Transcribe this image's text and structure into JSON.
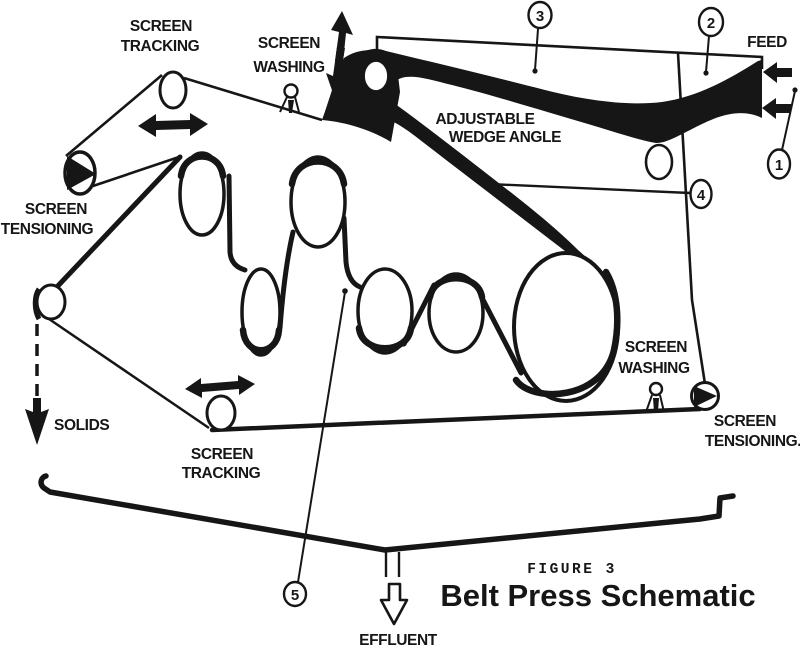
{
  "colors": {
    "ink": "#161616",
    "paper": "#ffffff"
  },
  "labels": {
    "screen_tracking_top": {
      "line1": "SCREEN",
      "line2": "TRACKING"
    },
    "screen_washing_top": {
      "line1": "SCREEN",
      "line2": "WASHING"
    },
    "feed": "FEED",
    "wedge": {
      "line1": "ADJUSTABLE",
      "line2": "WEDGE ANGLE"
    },
    "screen_tensioning_left": {
      "line1": "SCREEN",
      "line2": "TENSIONING"
    },
    "solids": "SOLIDS",
    "screen_tracking_bottom": {
      "line1": "SCREEN",
      "line2": "TRACKING"
    },
    "screen_washing_right": {
      "line1": "SCREEN",
      "line2": "WASHING"
    },
    "screen_tensioning_right": {
      "line1": "SCREEN",
      "line2": "TENSIONING."
    },
    "effluent": "EFFLUENT"
  },
  "callouts": {
    "c1": "1",
    "c2": "2",
    "c3": "3",
    "c4": "4",
    "c5": "5"
  },
  "caption": {
    "figure": "FIGURE 3",
    "title": "Belt Press Schematic"
  }
}
